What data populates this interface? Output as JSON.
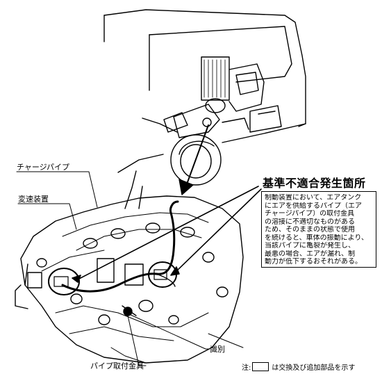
{
  "labels": {
    "charge_pipe": "チャージパイプ",
    "transmission": "変速装置",
    "identification": "識別",
    "pipe_bracket": "パイプ取付金具"
  },
  "notice": {
    "title": "基準不適合発生箇所",
    "lines": [
      "制動装置において、エアタンク",
      "にエアを供給するパイプ（エア",
      "チャージパイプ）の取付金具",
      "の溶接に不適切なものがある",
      "ため、そのままの状態で使用",
      "を続けると、車体の振動により、",
      "当該パイプに亀裂が発生し、",
      "最悪の場合、エアが漏れ、制",
      "動力が低下するおそれがある。"
    ]
  },
  "footnote": {
    "prefix": "注:",
    "suffix": "は交換及び追加部品を示す"
  }
}
